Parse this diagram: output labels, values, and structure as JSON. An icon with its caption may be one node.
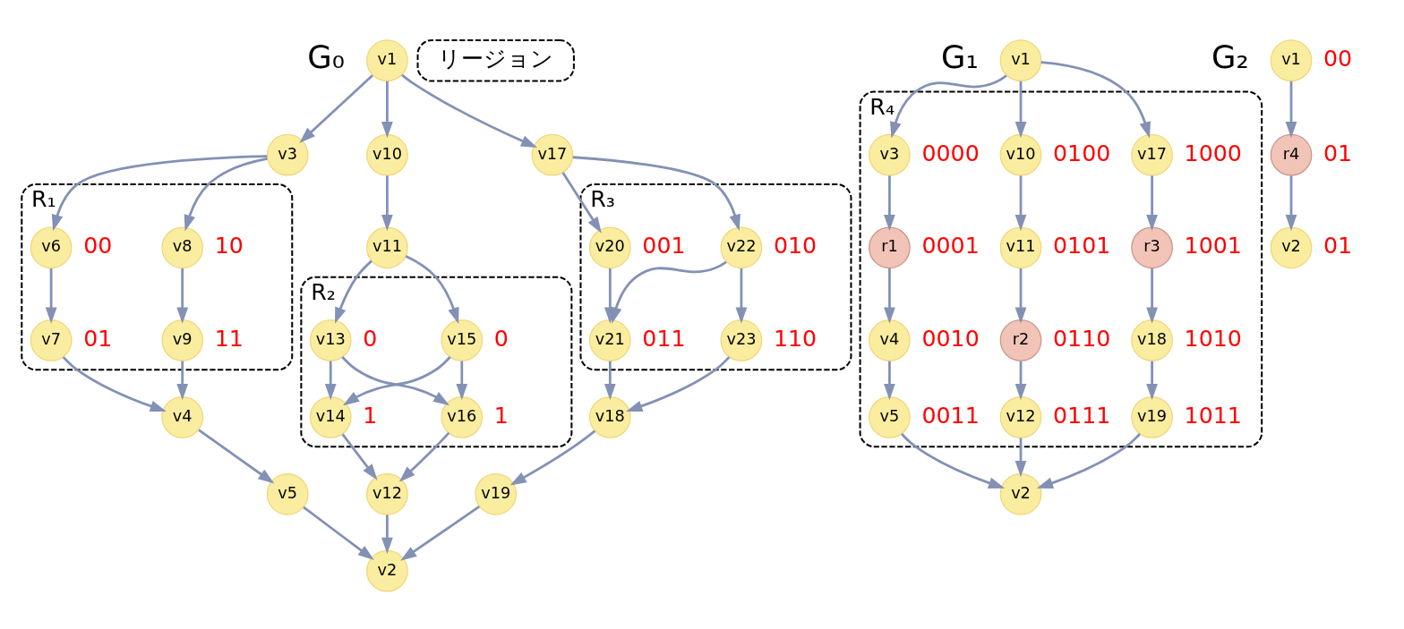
{
  "diagram": {
    "nodes": [
      {
        "text": [
          "v1"
        ]
      },
      {
        "text": [
          "v3"
        ]
      },
      {
        "text": [
          "v10"
        ]
      },
      {
        "text": [
          "v17"
        ]
      },
      {
        "text": [
          "R₁"
        ]
      },
      {
        "text": [
          "v6"
        ],
        "in": 4,
        "beside": [
          "00"
        ]
      },
      {
        "text": [
          "v8"
        ],
        "in": 4,
        "beside": [
          "10"
        ]
      },
      {
        "text": [
          "v7"
        ],
        "in": 4,
        "beside": [
          "01"
        ]
      },
      {
        "text": [
          "v9"
        ],
        "in": 4,
        "beside": [
          "11"
        ]
      },
      {
        "text": [
          "v11"
        ]
      },
      {
        "text": [
          "R₂"
        ]
      },
      {
        "text": [
          "v13"
        ],
        "in": 10,
        "beside": [
          "0"
        ]
      },
      {
        "text": [
          "v15"
        ],
        "in": 10,
        "beside": [
          "0"
        ]
      },
      {
        "text": [
          "v14"
        ],
        "in": 10,
        "beside": [
          "1"
        ]
      },
      {
        "text": [
          "v16"
        ],
        "in": 10,
        "beside": [
          "1"
        ]
      },
      {
        "text": [
          "R₃"
        ]
      },
      {
        "text": [
          "v20"
        ],
        "in": 15,
        "beside": [
          "001"
        ]
      },
      {
        "text": [
          "v22"
        ],
        "in": 15,
        "beside": [
          "010"
        ]
      },
      {
        "text": [
          "v21"
        ],
        "in": 15,
        "beside": [
          "011"
        ]
      },
      {
        "text": [
          "v23"
        ],
        "in": 15,
        "beside": [
          "110"
        ]
      },
      {
        "text": [
          "v4"
        ]
      },
      {
        "text": [
          "v12"
        ]
      },
      {
        "text": [
          "v18"
        ]
      },
      {
        "text": [
          "v5"
        ]
      },
      {
        "text": [
          "v19"
        ]
      },
      {
        "text": [
          "v2"
        ]
      },
      {
        "text": [
          "v1"
        ]
      },
      {
        "text": [
          "R₄"
        ]
      },
      {
        "text": [
          "v3"
        ],
        "in": 27,
        "beside": [
          "0000"
        ]
      },
      {
        "text": [
          "v10"
        ],
        "in": 27,
        "beside": [
          "0100"
        ]
      },
      {
        "text": [
          "v17"
        ],
        "in": 27,
        "beside": [
          "1000"
        ]
      },
      {
        "text": [
          "v11"
        ],
        "in": 27,
        "beside": [
          "0101"
        ]
      },
      {
        "text": [
          "r1"
        ],
        "in": 27,
        "beside": [
          "0001"
        ]
      },
      {
        "text": [
          "r3"
        ],
        "in": 27,
        "beside": [
          "1001"
        ]
      },
      {
        "text": [
          "r2"
        ],
        "in": 27,
        "beside": [
          "0110"
        ]
      },
      {
        "text": [
          "v4"
        ],
        "in": 27,
        "beside": [
          "0010"
        ]
      },
      {
        "text": [
          "v18"
        ],
        "in": 27,
        "beside": [
          "1010"
        ]
      },
      {
        "text": [
          "v5"
        ],
        "in": 27,
        "beside": [
          "0011"
        ]
      },
      {
        "text": [
          "v12"
        ],
        "in": 27,
        "beside": [
          "0111"
        ]
      },
      {
        "text": [
          "v19"
        ],
        "in": 27,
        "beside": [
          "1011"
        ]
      },
      {
        "text": [
          "v2"
        ]
      },
      {
        "text": [
          "v1"
        ],
        "beside": [
          "00"
        ]
      },
      {
        "text": [
          "r4"
        ],
        "beside": [
          "01"
        ]
      },
      {
        "text": [
          "v2"
        ],
        "beside": [
          "01"
        ]
      }
    ],
    "edges": [
      {
        "from": 0,
        "to": 1,
        "arrow": "to"
      },
      {
        "from": 0,
        "to": 2,
        "arrow": "to"
      },
      {
        "from": 0,
        "to": 3,
        "arrow": "to"
      },
      {
        "from": 1,
        "to": 5,
        "arrow": "to"
      },
      {
        "from": 1,
        "to": 6,
        "arrow": "to"
      },
      {
        "from": 5,
        "to": 7,
        "arrow": "to"
      },
      {
        "from": 6,
        "to": 8,
        "arrow": "to"
      },
      {
        "from": 7,
        "to": 20,
        "arrow": "to"
      },
      {
        "from": 8,
        "to": 20,
        "arrow": "to"
      },
      {
        "from": 20,
        "to": 23,
        "arrow": "to"
      },
      {
        "from": 23,
        "to": 25,
        "arrow": "to"
      },
      {
        "from": 2,
        "to": 9,
        "arrow": "to"
      },
      {
        "from": 9,
        "to": 11,
        "arrow": "to"
      },
      {
        "from": 9,
        "to": 12,
        "arrow": "to"
      },
      {
        "from": 11,
        "to": 13,
        "arrow": "to"
      },
      {
        "from": 11,
        "to": 14,
        "arrow": "to"
      },
      {
        "from": 12,
        "to": 13,
        "arrow": "to"
      },
      {
        "from": 12,
        "to": 14,
        "arrow": "to"
      },
      {
        "from": 13,
        "to": 21,
        "arrow": "to"
      },
      {
        "from": 14,
        "to": 21,
        "arrow": "to"
      },
      {
        "from": 21,
        "to": 25,
        "arrow": "to"
      },
      {
        "from": 3,
        "to": 16,
        "arrow": "to"
      },
      {
        "from": 3,
        "to": 17,
        "arrow": "to"
      },
      {
        "from": 16,
        "to": 18,
        "arrow": "to"
      },
      {
        "from": 17,
        "to": 18,
        "arrow": "to"
      },
      {
        "from": 17,
        "to": 19,
        "arrow": "to"
      },
      {
        "from": 18,
        "to": 22,
        "arrow": "to"
      },
      {
        "from": 19,
        "to": 22,
        "arrow": "to"
      },
      {
        "from": 22,
        "to": 24,
        "arrow": "to"
      },
      {
        "from": 24,
        "to": 25,
        "arrow": "to"
      },
      {
        "from": 26,
        "to": 28,
        "arrow": "to"
      },
      {
        "from": 26,
        "to": 29,
        "arrow": "to"
      },
      {
        "from": 26,
        "to": 30,
        "arrow": "to"
      },
      {
        "from": 28,
        "to": 32,
        "arrow": "to"
      },
      {
        "from": 32,
        "to": 35,
        "arrow": "to"
      },
      {
        "from": 35,
        "to": 37,
        "arrow": "to"
      },
      {
        "from": 37,
        "to": 40,
        "arrow": "to"
      },
      {
        "from": 29,
        "to": 31,
        "arrow": "to"
      },
      {
        "from": 31,
        "to": 34,
        "arrow": "to"
      },
      {
        "from": 34,
        "to": 38,
        "arrow": "to"
      },
      {
        "from": 38,
        "to": 40,
        "arrow": "to"
      },
      {
        "from": 30,
        "to": 33,
        "arrow": "to"
      },
      {
        "from": 33,
        "to": 36,
        "arrow": "to"
      },
      {
        "from": 36,
        "to": 39,
        "arrow": "to"
      },
      {
        "from": 39,
        "to": 40,
        "arrow": "to"
      },
      {
        "from": 41,
        "to": 42,
        "arrow": "to"
      },
      {
        "from": 42,
        "to": 43,
        "arrow": "to"
      }
    ],
    "labels": [
      "G₀",
      "G₁",
      "G₂"
    ],
    "legend": [
      {
        "text": "リージョン"
      }
    ]
  }
}
